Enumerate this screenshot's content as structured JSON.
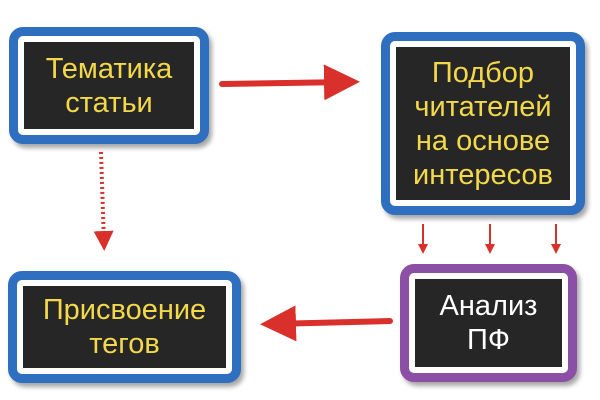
{
  "colors": {
    "blue_border": "#2e6fc0",
    "purple_border": "#8b4fa6",
    "box_fill": "#262626",
    "yellow_text": "#f3d94a",
    "white_text": "#ffffff",
    "arrow_red": "#d9302c"
  },
  "nodes": {
    "topic": "Тематика\nстатьи",
    "readers": "Подбор\nчитателей\nна основе\nинтересов",
    "analysis": "Анализ\nПФ",
    "tags": "Присвоение\nтегов"
  },
  "edges": [
    {
      "from": "topic",
      "to": "readers",
      "style": "solid"
    },
    {
      "from": "topic",
      "to": "tags",
      "style": "dotted"
    },
    {
      "from": "readers",
      "to": "analysis",
      "style": "thin-multiple"
    },
    {
      "from": "analysis",
      "to": "tags",
      "style": "solid"
    }
  ]
}
